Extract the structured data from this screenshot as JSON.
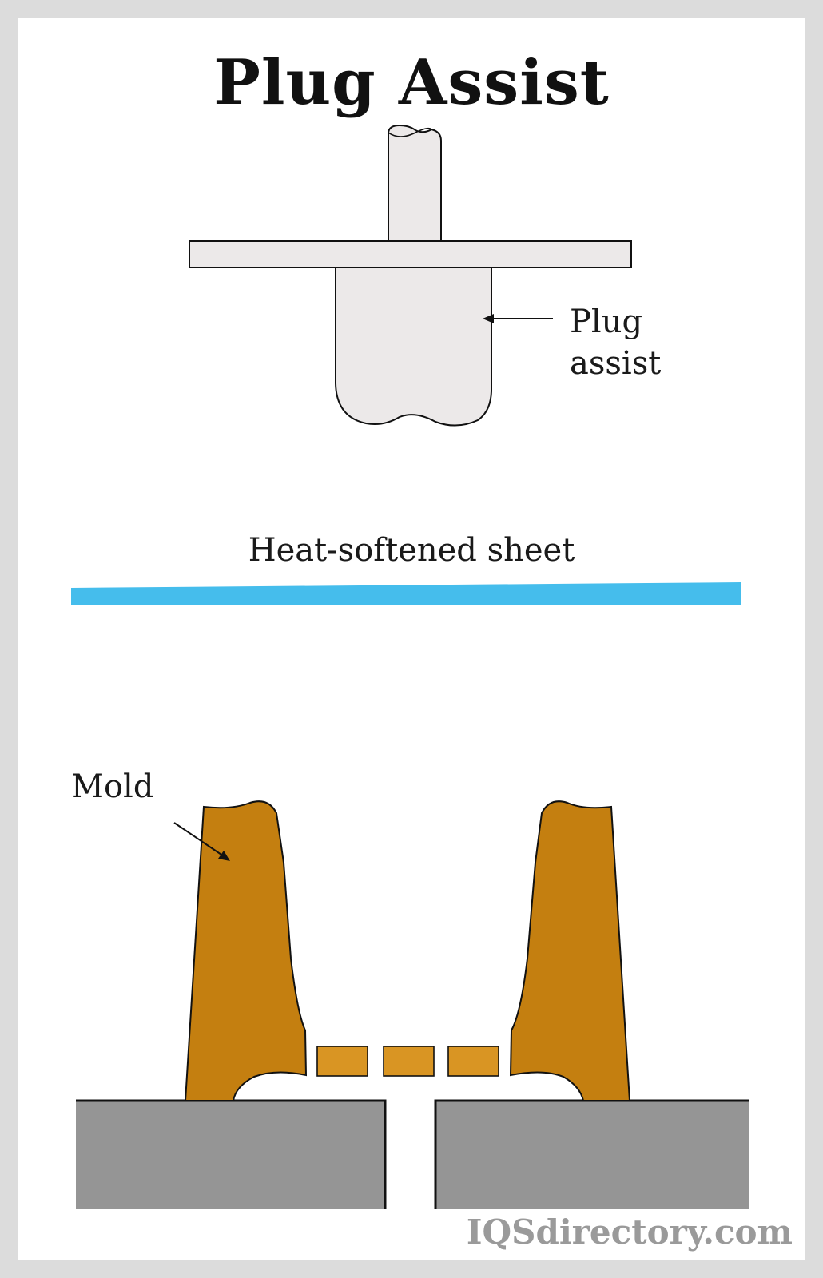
{
  "title": "Plug Assist",
  "labels": {
    "plug_assist_line1": "Plug",
    "plug_assist_line2": "assist",
    "sheet": "Heat-softened sheet",
    "mold": "Mold"
  },
  "watermark": "IQSdirectory.com",
  "colors": {
    "frame": "#dcdcdc",
    "plug_fill": "#ece9e9",
    "sheet": "#45bdec",
    "mold": "#c47f10",
    "vent_blocks": "#d99523",
    "base": "#959595",
    "outline": "#111111"
  }
}
